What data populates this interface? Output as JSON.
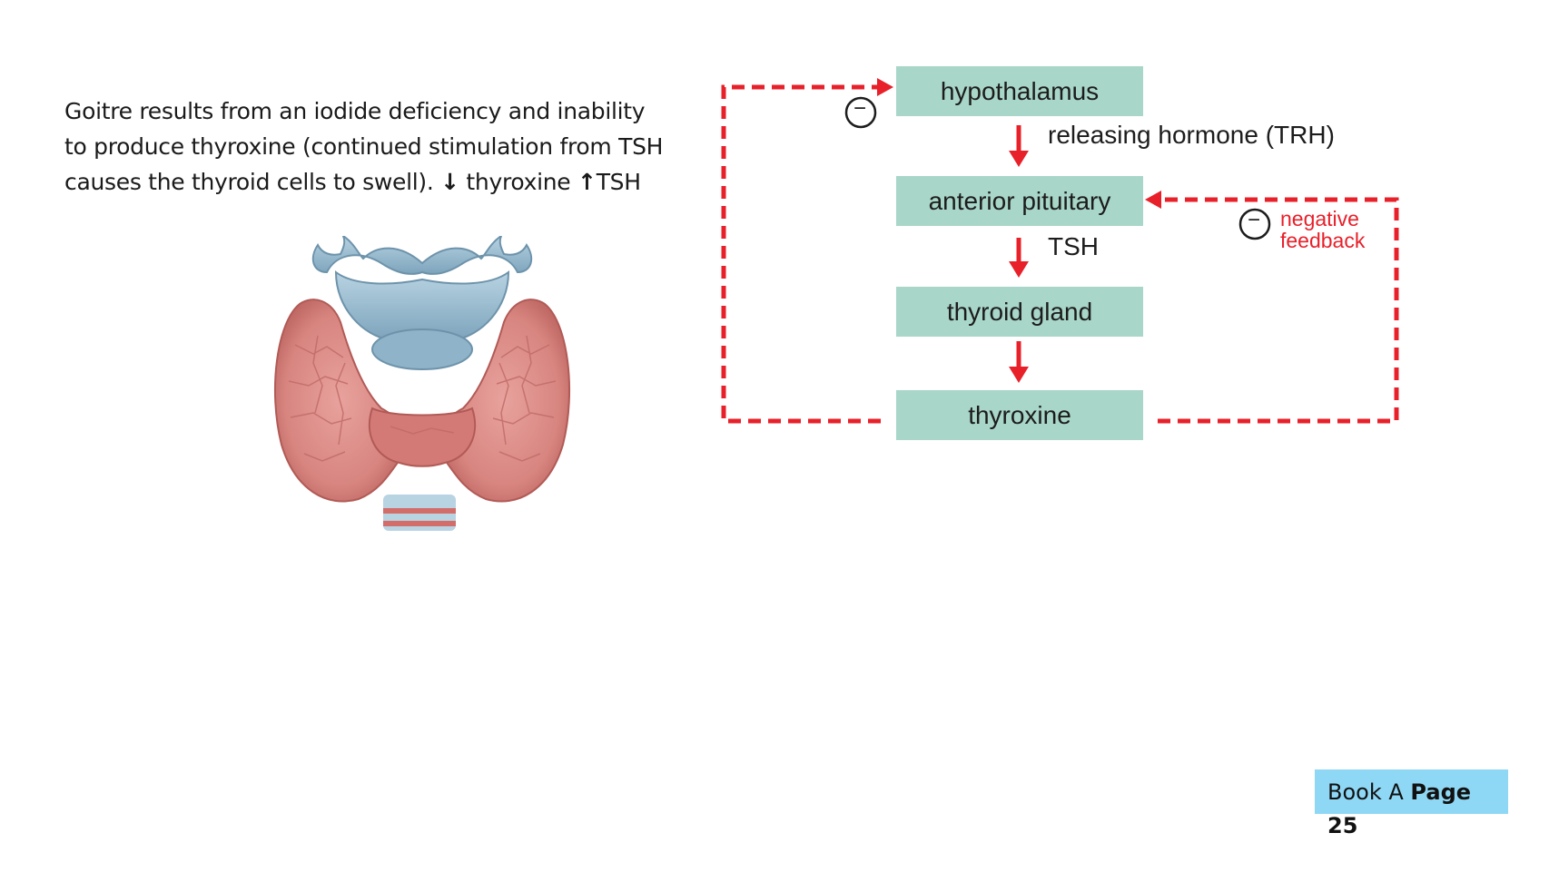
{
  "caption": {
    "line1": "Goitre results from an iodide deficiency and inability",
    "line2": "to produce thyroxine (continued stimulation from TSH",
    "line3_a": "causes the thyroid cells to swell).",
    "down_arrow": "↓",
    "line3_b": " thyroxine ",
    "up_arrow": "↑",
    "line3_c": "TSH"
  },
  "flowchart": {
    "boxes": {
      "hypothalamus": "hypothalamus",
      "anterior_pituitary": "anterior pituitary",
      "thyroid_gland": "thyroid gland",
      "thyroxine": "thyroxine"
    },
    "arrow_labels": {
      "trh": "releasing hormone (TRH)",
      "tsh": "TSH"
    },
    "minus_symbol": "−",
    "negative_feedback_line1": "negative",
    "negative_feedback_line2": "feedback"
  },
  "colors": {
    "box_fill": "#a8d6c8",
    "arrow_red": "#e8202a",
    "badge_blue": "#8fd8f5"
  },
  "book_ref": {
    "book": "Book A",
    "page_word": "Page",
    "page_number": "25"
  }
}
